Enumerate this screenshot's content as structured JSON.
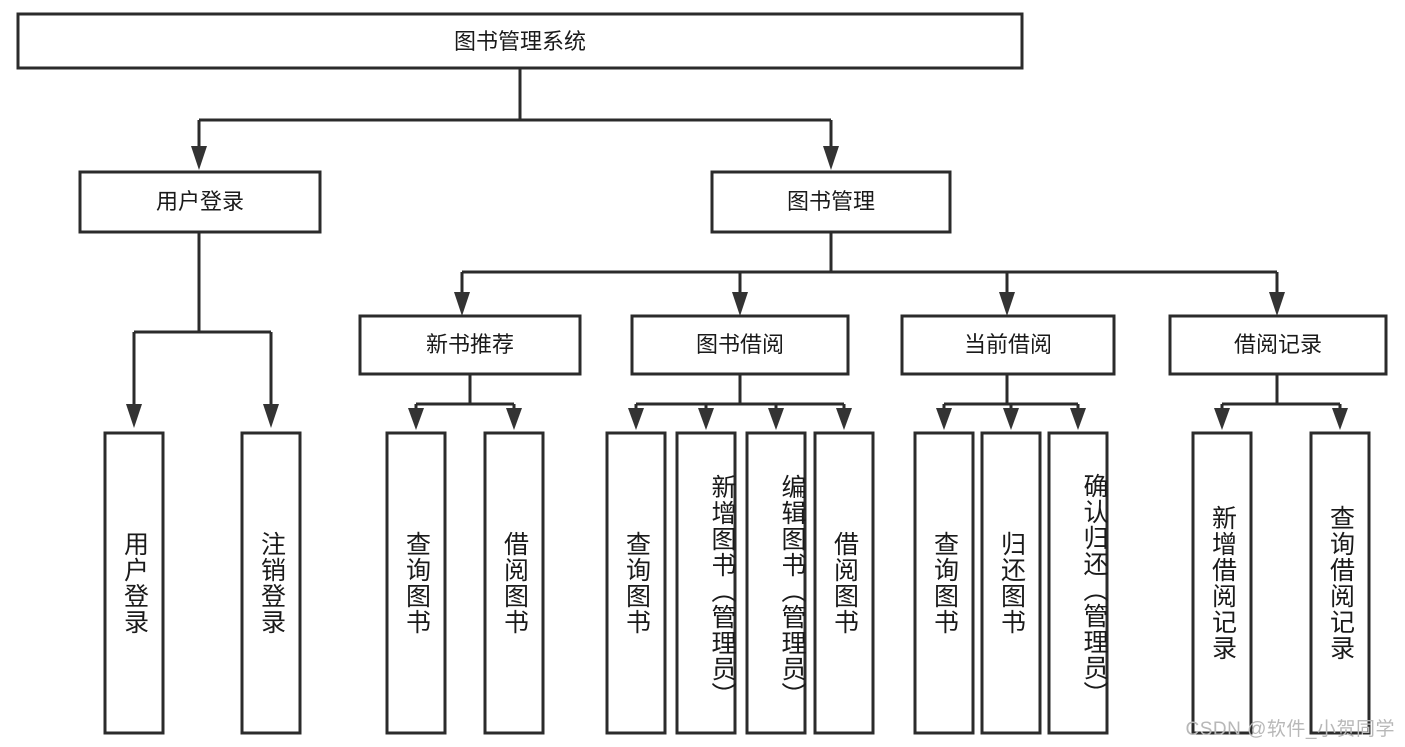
{
  "diagram": {
    "type": "tree",
    "title": "图书管理系统",
    "root": {
      "id": "root",
      "label": "图书管理系统",
      "orientation": "horizontal"
    },
    "level2": [
      {
        "id": "user-login",
        "label": "用户登录",
        "orientation": "horizontal"
      },
      {
        "id": "book-manage",
        "label": "图书管理",
        "orientation": "horizontal"
      }
    ],
    "level3": [
      {
        "id": "new-book-recommend",
        "label": "新书推荐",
        "orientation": "horizontal",
        "parent": "book-manage"
      },
      {
        "id": "book-borrow",
        "label": "图书借阅",
        "orientation": "horizontal",
        "parent": "book-manage"
      },
      {
        "id": "current-borrow",
        "label": "当前借阅",
        "orientation": "horizontal",
        "parent": "book-manage"
      },
      {
        "id": "borrow-record",
        "label": "借阅记录",
        "orientation": "horizontal",
        "parent": "book-manage"
      }
    ],
    "leaves": [
      {
        "id": "leaf-user-login",
        "label": "用户登录",
        "parent": "user-login",
        "orientation": "vertical"
      },
      {
        "id": "leaf-user-logout",
        "label": "注销登录",
        "parent": "user-login",
        "orientation": "vertical"
      },
      {
        "id": "leaf-query-book-1",
        "label": "查询图书",
        "parent": "new-book-recommend",
        "orientation": "vertical"
      },
      {
        "id": "leaf-borrow-book-1",
        "label": "借阅图书",
        "parent": "new-book-recommend",
        "orientation": "vertical"
      },
      {
        "id": "leaf-query-book-2",
        "label": "查询图书",
        "parent": "book-borrow",
        "orientation": "vertical"
      },
      {
        "id": "leaf-add-book",
        "label": "新增图书（管理员）",
        "parent": "book-borrow",
        "orientation": "vertical"
      },
      {
        "id": "leaf-edit-book",
        "label": "编辑图书（管理员）",
        "parent": "book-borrow",
        "orientation": "vertical"
      },
      {
        "id": "leaf-borrow-book-2",
        "label": "借阅图书",
        "parent": "book-borrow",
        "orientation": "vertical"
      },
      {
        "id": "leaf-query-book-3",
        "label": "查询图书",
        "parent": "current-borrow",
        "orientation": "vertical"
      },
      {
        "id": "leaf-return-book",
        "label": "归还图书",
        "parent": "current-borrow",
        "orientation": "vertical"
      },
      {
        "id": "leaf-confirm-return",
        "label": "确认归还（管理员）",
        "parent": "current-borrow",
        "orientation": "vertical"
      },
      {
        "id": "leaf-add-record",
        "label": "新增借阅记录",
        "parent": "borrow-record",
        "orientation": "vertical"
      },
      {
        "id": "leaf-query-record",
        "label": "查询借阅记录",
        "parent": "borrow-record",
        "orientation": "vertical"
      }
    ],
    "colors": {
      "box_stroke": "#2b2b2b",
      "box_fill": "#ffffff",
      "connector": "#2b2b2b",
      "arrow": "#333333",
      "text": "#1a1a1a",
      "background": "#ffffff",
      "watermark": "#b8b8b8"
    }
  },
  "watermark": {
    "text": "CSDN @软件_小贺同学"
  }
}
